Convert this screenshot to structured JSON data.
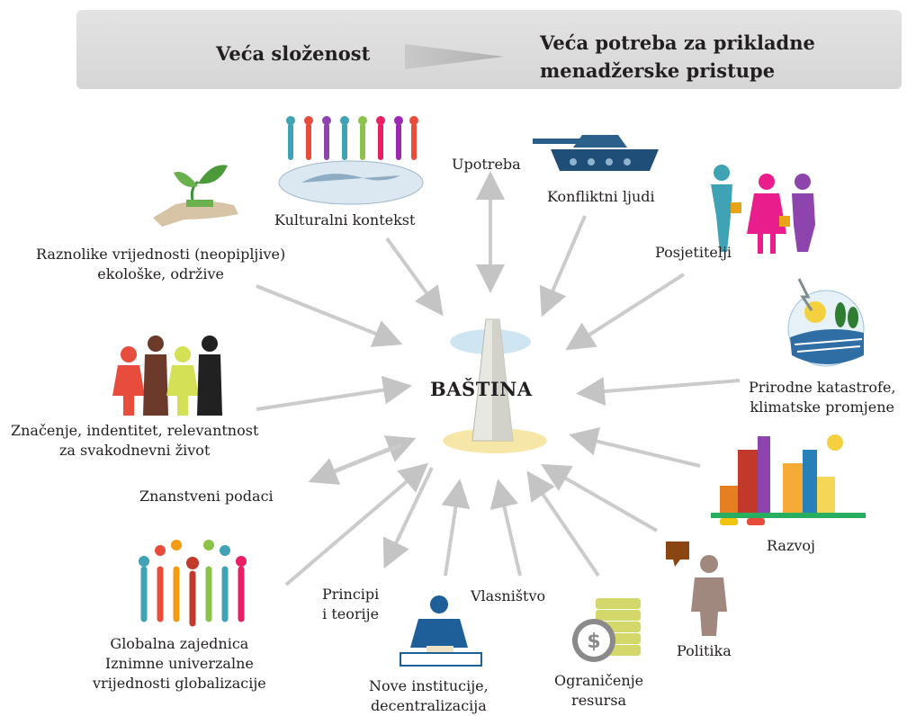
{
  "banner": {
    "left_text": "Veća složenost",
    "right_line1": "Veća potreba za prikladne",
    "right_line2": "menadžerske pristupe"
  },
  "center": {
    "label": "BAŠTINA"
  },
  "nodes": {
    "kulturalni_kontekst": "Kulturalni kontekst",
    "upotreba": "Upotreba",
    "konfliktni_ljudi": "Konfliktni ljudi",
    "raznolike_line1": "Raznolike vrijednosti (neopipljive)",
    "raznolike_line2": "ekološke, održive",
    "posjetitelji": "Posjetitelji",
    "prirodne_line1": "Prirodne katastrofe,",
    "prirodne_line2": "klimatske promjene",
    "znacenje_line1": "Značenje, indentitet, relevantnost",
    "znacenje_line2": "za svakodnevni život",
    "znanstveni_podaci": "Znanstveni podaci",
    "razvoj": "Razvoj",
    "principi_line1": "Principi",
    "principi_line2": "i teorije",
    "vlasnistvo": "Vlasništvo",
    "politika": "Politika",
    "globalna_line1": "Globalna zajednica",
    "globalna_line2": "Iznimne univerzalne",
    "globalna_line3": "vrijednosti globalizacije",
    "nove_line1": "Nove institucije,",
    "nove_line2": "decentralizacija",
    "ogranicenje_line1": "Ograničenje",
    "ogranicenje_line2": "resursa"
  },
  "colors": {
    "banner": "#dcdcdc",
    "arrow": "#c8c8c8",
    "text": "#231f20"
  }
}
